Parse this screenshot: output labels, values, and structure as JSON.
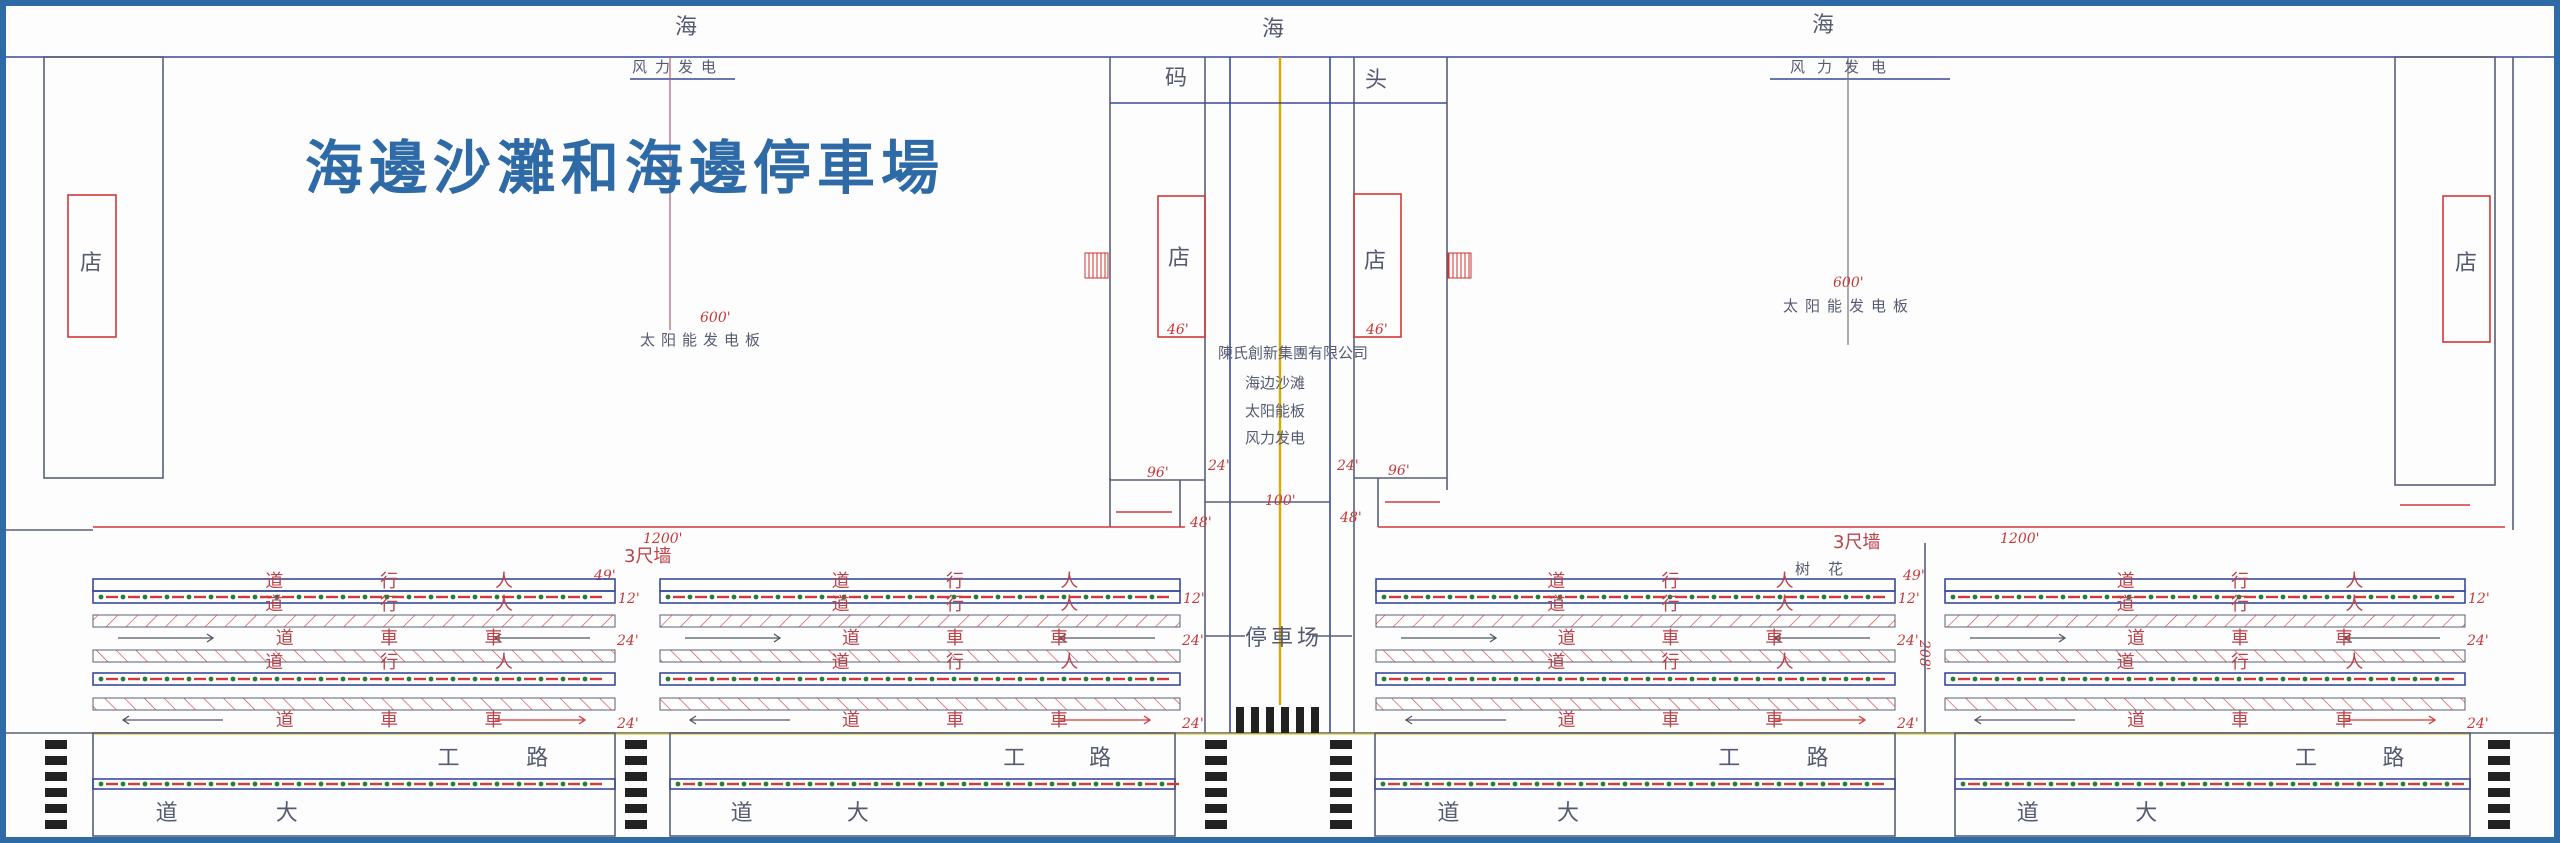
{
  "title": "海邊沙灘和海邊停車場",
  "sea_labels": [
    "海",
    "海",
    "海"
  ],
  "wind_power": "风力发电",
  "solar_panel_left": "太阳能发电板",
  "solar_panel_right": "太阳能发电板",
  "store": "店",
  "pier": [
    "码",
    "头"
  ],
  "company_note": [
    "陳氏創新集團有限公司",
    "海边沙滩",
    "太阳能板",
    "风力发电"
  ],
  "parking_lot": "停車场",
  "parking_labels": {
    "sidewalk": [
      "道",
      "行",
      "人"
    ],
    "driveway": [
      "道",
      "車",
      "車"
    ],
    "tree": "树",
    "flower": "花"
  },
  "road_labels": {
    "upper": [
      "路",
      "工",
      "大",
      "道"
    ]
  },
  "wall": "3尺墙",
  "dimensions": {
    "solar_width": "600'",
    "store_width": "46'",
    "pier_walk": "96'",
    "pier_gap": "24'",
    "pier_edge": "48'",
    "pier_center": "100'",
    "lot_length": "1200'",
    "lot_depth": "208'",
    "setback": "49'",
    "row": "12'",
    "lane": "24'"
  },
  "colors": {
    "frame": "#2d6aa6",
    "title": "#2d6aa6",
    "boundary": "#d23a3a",
    "trees": "#2a7a3a"
  }
}
